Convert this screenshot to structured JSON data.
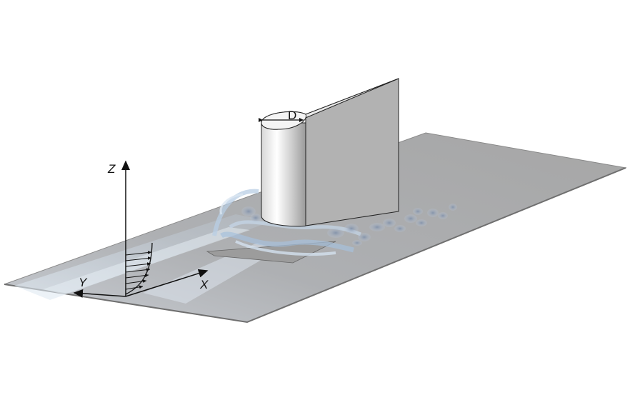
{
  "labels": {
    "diameter": "D",
    "axis_x": "X",
    "axis_y": "Y",
    "axis_z": "Z"
  },
  "colors": {
    "plate_top": "#a9a9a9",
    "plate_edge": "#7a7a7a",
    "cylinder_light": "#ffffff",
    "cylinder_dark": "#9a9a9a",
    "wedge_side": "#b3b3b3",
    "vortex": "#9ab8d8",
    "wake": "#8f9fb6",
    "axis": "#111111"
  },
  "icons": {
    "axis_arrows": "arrow-head",
    "inflow_profile": "velocity-profile-arrows"
  }
}
